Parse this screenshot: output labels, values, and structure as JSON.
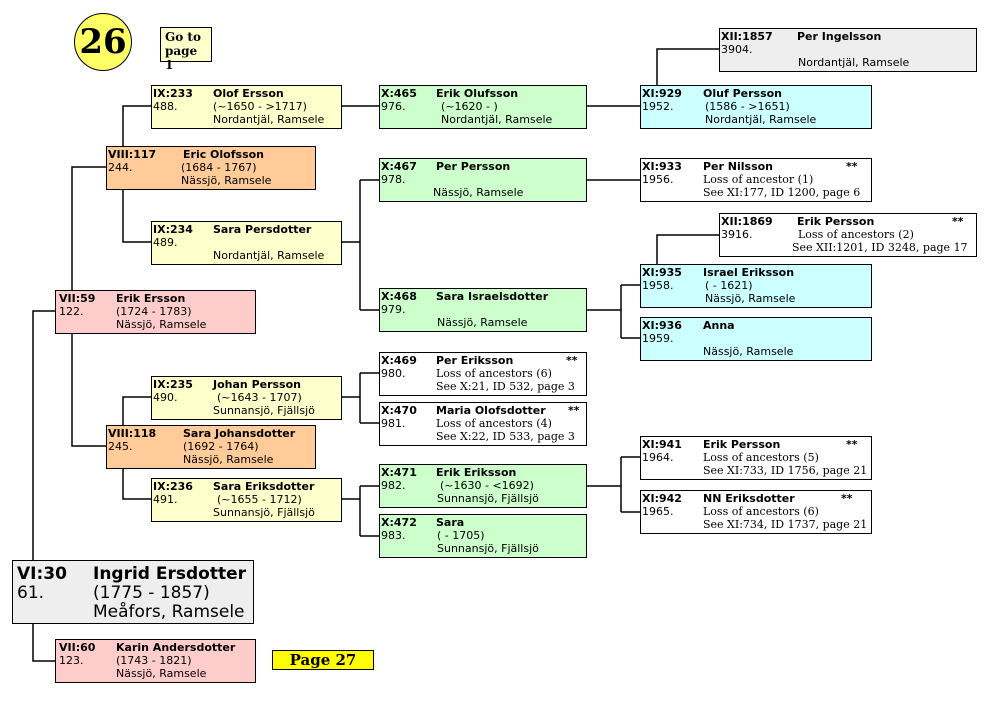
{
  "page_number": "26",
  "goto_link": "Go to page 1",
  "next_page_link": "Page 27",
  "people": {
    "p_vi30": {
      "gen": "VI:30",
      "num": "61.",
      "name": "Ingrid Ersdotter",
      "years": "(1775 - 1857)",
      "place": "Meåfors, Ramsele"
    },
    "p_vii59": {
      "gen": "VII:59",
      "num": "122.",
      "name": "Erik Ersson",
      "years": "(1724 - 1783)",
      "place": "Nässjö, Ramsele"
    },
    "p_vii60": {
      "gen": "VII:60",
      "num": "123.",
      "name": "Karin Andersdotter",
      "years": "(1743 - 1821)",
      "place": "Nässjö, Ramsele"
    },
    "p_viii117": {
      "gen": "VIII:117",
      "num": "244.",
      "name": "Eric Olofsson",
      "years": "(1684 - 1767)",
      "place": "Nässjö, Ramsele"
    },
    "p_viii118": {
      "gen": "VIII:118",
      "num": "245.",
      "name": "Sara Johansdotter",
      "years": "(1692 - 1764)",
      "place": "Nässjö, Ramsele"
    },
    "p_ix233": {
      "gen": "IX:233",
      "num": "488.",
      "name": "Olof Ersson",
      "years": "(~1650 - >1717)",
      "place": "Nordantjäl, Ramsele"
    },
    "p_ix234": {
      "gen": "IX:234",
      "num": "489.",
      "name": "Sara Persdotter",
      "years": "",
      "place": "Nordantjäl, Ramsele"
    },
    "p_ix235": {
      "gen": "IX:235",
      "num": "490.",
      "name": "Johan Persson",
      "years": "(~1643 - 1707)",
      "place": "Sunnansjö, Fjällsjö"
    },
    "p_ix236": {
      "gen": "IX:236",
      "num": "491.",
      "name": "Sara Eriksdotter",
      "years": "(~1655 - 1712)",
      "place": "Sunnansjö, Fjällsjö"
    },
    "p_x465": {
      "gen": "X:465",
      "num": "976.",
      "name": "Erik Olufsson",
      "years": "(~1620 - )",
      "place": "Nordantjäl, Ramsele"
    },
    "p_x467": {
      "gen": "X:467",
      "num": "978.",
      "name": "Per Persson",
      "years": "",
      "place": "Nässjö, Ramsele"
    },
    "p_x468": {
      "gen": "X:468",
      "num": "979.",
      "name": "Sara Israelsdotter",
      "years": "",
      "place": "Nässjö, Ramsele"
    },
    "p_x469": {
      "gen": "X:469",
      "num": "980.",
      "name": "Per Eriksson",
      "stars": "**",
      "loss": "Loss of ancestors (6)",
      "see": "See X:21, ID 532, page 3"
    },
    "p_x470": {
      "gen": "X:470",
      "num": "981.",
      "name": "Maria Olofsdotter",
      "stars": "**",
      "loss": "Loss of ancestors (4)",
      "see": "See X:22, ID 533, page 3"
    },
    "p_x471": {
      "gen": "X:471",
      "num": "982.",
      "name": "Erik Eriksson",
      "years": "(~1630 - <1692)",
      "place": "Sunnansjö, Fjällsjö"
    },
    "p_x472": {
      "gen": "X:472",
      "num": "983.",
      "name": "Sara",
      "years": "( - 1705)",
      "place": "Sunnansjö, Fjällsjö"
    },
    "p_xi929": {
      "gen": "XI:929",
      "num": "1952.",
      "name": "Oluf Persson",
      "years": "(1586 - >1651)",
      "place": "Nordantjäl, Ramsele"
    },
    "p_xi933": {
      "gen": "XI:933",
      "num": "1956.",
      "name": "Per Nilsson",
      "stars": "**",
      "loss": "Loss of ancestor (1)",
      "see": "See XI:177, ID 1200, page 6"
    },
    "p_xi935": {
      "gen": "XI:935",
      "num": "1958.",
      "name": "Israel Eriksson",
      "years": "( - 1621)",
      "place": "Nässjö, Ramsele"
    },
    "p_xi936": {
      "gen": "XI:936",
      "num": "1959.",
      "name": "Anna",
      "years": "",
      "place": "Nässjö, Ramsele"
    },
    "p_xi941": {
      "gen": "XI:941",
      "num": "1964.",
      "name": "Erik Persson",
      "stars": "**",
      "loss": "Loss of ancestors (5)",
      "see": "See XI:733, ID 1756, page 21"
    },
    "p_xi942": {
      "gen": "XI:942",
      "num": "1965.",
      "name": "NN Eriksdotter",
      "stars": "**",
      "loss": "Loss of ancestors (6)",
      "see": "See XI:734, ID 1737, page 21"
    },
    "p_xii1857": {
      "gen": "XII:1857",
      "num": "3904.",
      "name": "Per Ingelsson",
      "years": "",
      "place": "Nordantjäl, Ramsele"
    },
    "p_xii1869": {
      "gen": "XII:1869",
      "num": "3916.",
      "name": "Erik Persson",
      "stars": "**",
      "loss": "Loss of ancestors (2)",
      "see": "See XII:1201, ID 3248, page 17"
    }
  }
}
